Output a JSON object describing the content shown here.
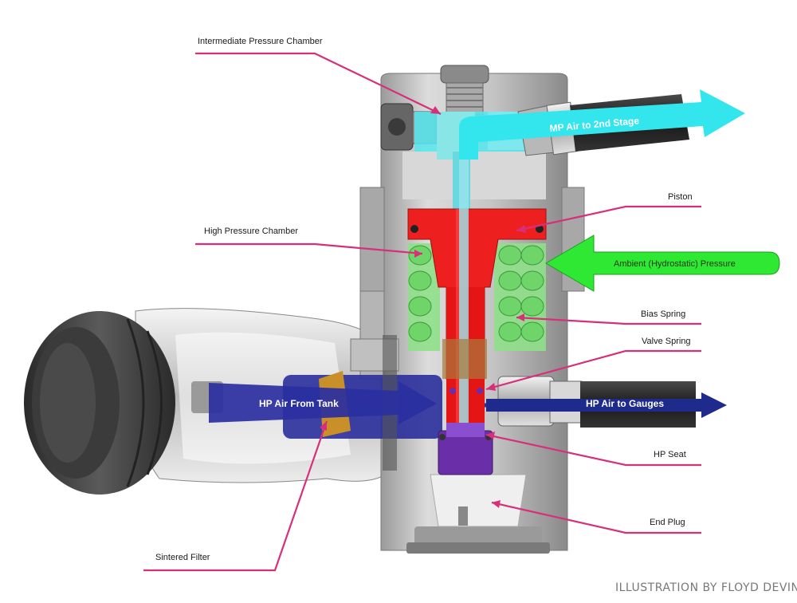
{
  "labels": {
    "intermediate_pressure_chamber": "Intermediate Pressure Chamber",
    "piston": "Piston",
    "high_pressure_chamber": "High Pressure Chamber",
    "bias_spring": "Bias Spring",
    "valve_spring": "Valve Spring",
    "hp_seat": "HP Seat",
    "end_plug": "End Plug",
    "sintered_filter": "Sintered Filter"
  },
  "flows": {
    "mp_air": "MP Air to 2nd Stage",
    "ambient": "Ambient (Hydrostatic) Pressure",
    "hp_from_tank": "HP Air From Tank",
    "hp_to_gauges": "HP Air to Gauges"
  },
  "credit": "ILLUSTRATION BY FLOYD DEVINE",
  "colors": {
    "leader_line": "#d6307a",
    "mp_air": "#33e6ee",
    "ambient": "#2ee833",
    "hp_air": "#2a2f9c",
    "piston": "#ee1f1f",
    "spring": "#7fe07a",
    "hp_seat": "#6a2fa8",
    "body": "#c9c9c9"
  }
}
